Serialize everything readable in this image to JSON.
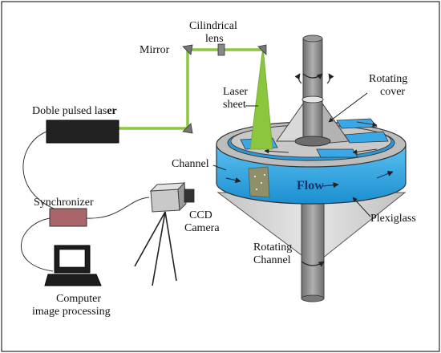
{
  "labels": {
    "cylindrical_lens_line1": "Cilindrical",
    "cylindrical_lens_line2": "lens",
    "mirror": "Mirror",
    "laser_sheet_line1": "Laser",
    "laser_sheet_line2": "sheet",
    "rotating_cover_line1": "Rotating",
    "rotating_cover_line2": "cover",
    "laser_prefix": "Doble pulsed las",
    "laser_suffix": "er",
    "channel": "Channel",
    "flow": "Flow",
    "synchronizer": "Synchronizer",
    "ccd_line1": "CCD",
    "ccd_line2": "Camera",
    "plexiglass": "Plexiglass",
    "rotating_channel_line1": "Rotating",
    "rotating_channel_line2": "Channel",
    "computer_line1": "Computer",
    "computer_line2": "image processing"
  },
  "colors": {
    "laser_beam": "#8cc63f",
    "channel_water": "#29a3e3",
    "laser_box": "#222222",
    "synchronizer": "#a8656a",
    "shaft": "#8a8a8a",
    "cone": "#d3d3d3",
    "lid": "#b9b9b9"
  }
}
